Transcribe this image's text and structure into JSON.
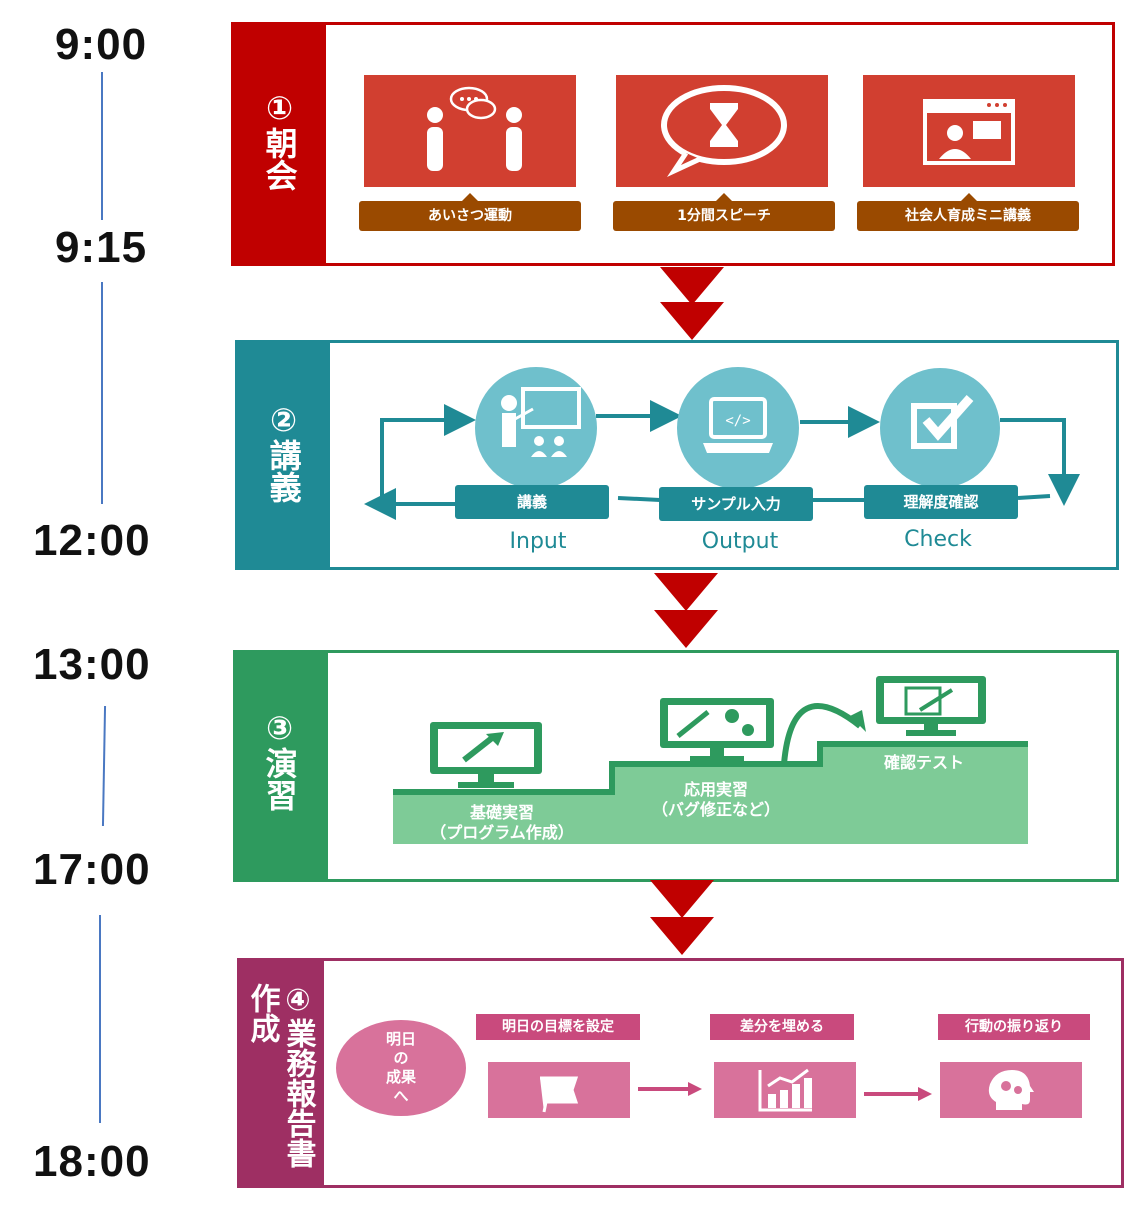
{
  "times": [
    "9:00",
    "9:15",
    "12:00",
    "13:00",
    "17:00",
    "18:00"
  ],
  "sections": {
    "s1": {
      "title": "①朝会",
      "color": "#c00000",
      "items": [
        "あいさつ運動",
        "1分間スピーチ",
        "社会人育成ミニ講義"
      ]
    },
    "s2": {
      "title": "②講義",
      "color": "#1f8a95",
      "labels": [
        "講義",
        "サンプル入力",
        "理解度確認"
      ],
      "captions": [
        "Input",
        "Output",
        "Check"
      ]
    },
    "s3": {
      "title": "③演習",
      "color": "#2e9a5e",
      "step1": [
        "基礎実習",
        "（プログラム作成）"
      ],
      "step2": [
        "応用実習",
        "（バグ修正など）"
      ],
      "step3": "確認テスト"
    },
    "s4": {
      "title_a": "④業務報告書",
      "title_b": "作成",
      "color": "#9e2f63",
      "bubble": [
        "明日",
        "の",
        "成果",
        "へ"
      ],
      "labels": [
        "明日の目標を設定",
        "差分を埋める",
        "行動の振り返り"
      ]
    }
  },
  "icons": [
    "conversation-icon",
    "hourglass-speech-icon",
    "video-meeting-icon",
    "presenter-icon",
    "laptop-code-icon",
    "checkbox-icon",
    "hammer-monitor-icon",
    "tools-monitor-icon",
    "edit-monitor-icon",
    "flag-icon",
    "growth-chart-icon",
    "head-gears-icon"
  ]
}
